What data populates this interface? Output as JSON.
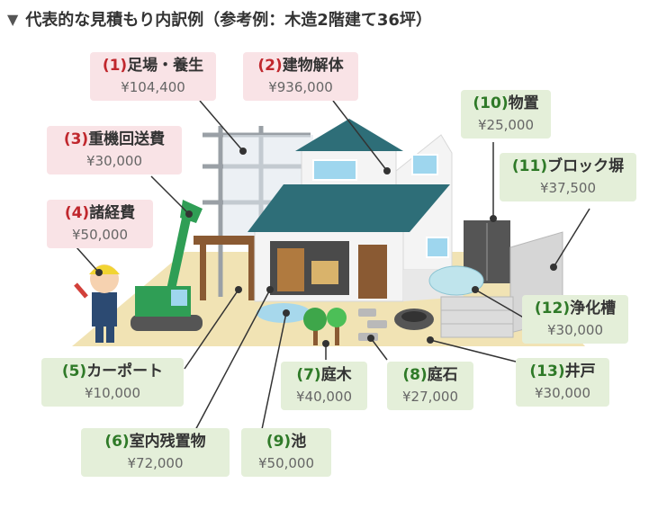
{
  "heading": {
    "marker": "▼",
    "text": "代表的な見積もり内訳例（参考例：木造2階建て36坪）"
  },
  "colors": {
    "pink_label": "#f9e3e6",
    "green_label": "#e4efd9",
    "pink_number": "#c0272d",
    "green_number": "#2f7a28",
    "roof": "#2e6e78",
    "machine": "#2f9e55"
  },
  "items": [
    {
      "num": "(1)",
      "name": "足場・養生",
      "price": "¥104,400",
      "color": "pink"
    },
    {
      "num": "(2)",
      "name": "建物解体",
      "price": "¥936,000",
      "color": "pink"
    },
    {
      "num": "(3)",
      "name": "重機回送費",
      "price": "¥30,000",
      "color": "pink"
    },
    {
      "num": "(4)",
      "name": "諸経費",
      "price": "¥50,000",
      "color": "pink"
    },
    {
      "num": "(5)",
      "name": "カーポート",
      "price": "¥10,000",
      "color": "green"
    },
    {
      "num": "(6)",
      "name": "室内残置物",
      "price": "¥72,000",
      "color": "green"
    },
    {
      "num": "(7)",
      "name": "庭木",
      "price": "¥40,000",
      "color": "green"
    },
    {
      "num": "(8)",
      "name": "庭石",
      "price": "¥27,000",
      "color": "green"
    },
    {
      "num": "(9)",
      "name": "池",
      "price": "¥50,000",
      "color": "green"
    },
    {
      "num": "(10)",
      "name": "物置",
      "price": "¥25,000",
      "color": "green"
    },
    {
      "num": "(11)",
      "name": "ブロック塀",
      "price": "¥37,500",
      "color": "green"
    },
    {
      "num": "(12)",
      "name": "浄化槽",
      "price": "¥30,000",
      "color": "green"
    },
    {
      "num": "(13)",
      "name": "井戸",
      "price": "¥30,000",
      "color": "green"
    }
  ]
}
